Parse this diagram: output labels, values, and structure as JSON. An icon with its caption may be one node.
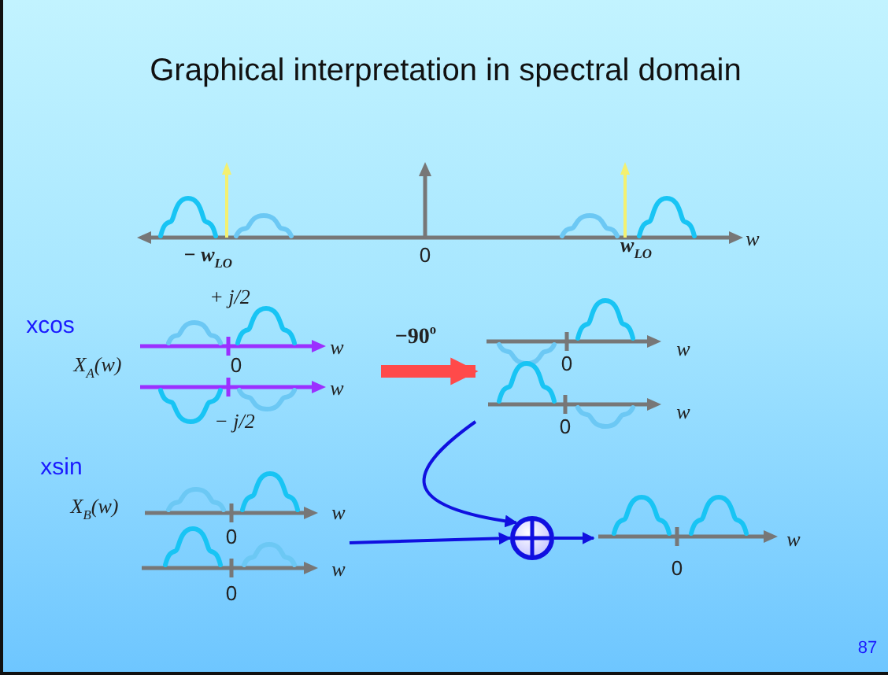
{
  "diagram": {
    "title": "Graphical interpretation in spectral domain",
    "nodes": [
      {
        "text": [],
        "shape": "picture"
      },
      {
        "text": [],
        "shape": "picture"
      },
      {
        "text": [],
        "shape": "picture"
      },
      {
        "text": [],
        "shape": "circle"
      },
      {
        "text": [],
        "shape": "picture"
      }
    ],
    "edges": [
      {
        "from": 0,
        "to": 1,
        "arrow": "to",
        "label": "−90$^{o}$",
        "style": "thick",
        "color": "#ff4a4a"
      },
      {
        "from": 1,
        "to": 3,
        "arrow": "to"
      },
      {
        "from": 2,
        "to": 3,
        "arrow": "to"
      },
      {
        "from": 3,
        "to": 4,
        "arrow": "to"
      }
    ],
    "labels": [
      "− w$_{LO}$",
      "0",
      "w$_{LO}$",
      "w",
      "+ j/2",
      "xcos",
      "X$_{A}$(w)",
      "0",
      "w",
      "w",
      "− j/2",
      "0",
      "w",
      "0",
      "w",
      "xsin",
      "X$_{B}$(w)",
      "0",
      "w",
      "0",
      "w",
      "0",
      "w",
      "87"
    ]
  }
}
